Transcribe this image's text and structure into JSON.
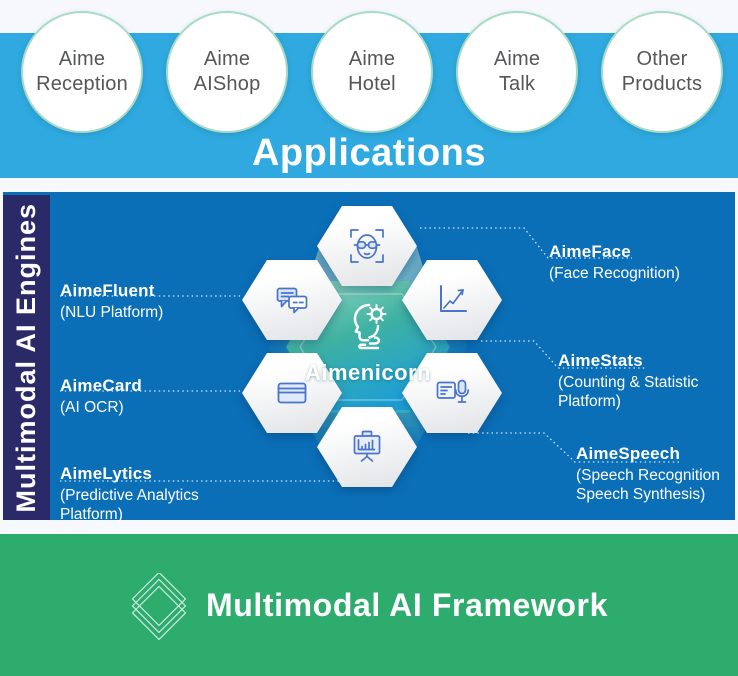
{
  "applications": {
    "title": "Applications",
    "circles": [
      {
        "label": "Aime\nReception"
      },
      {
        "label": "Aime\nAIShop"
      },
      {
        "label": "Aime\nHotel"
      },
      {
        "label": "Aime\nTalk"
      },
      {
        "label": "Other\nProducts"
      }
    ]
  },
  "engines": {
    "sidebar_label": "Multimodal AI Engines",
    "center_label": "Aimenicorn",
    "items": [
      {
        "name": "AimeFluent",
        "desc": "(NLU Platform)",
        "icon": "chat-bubbles-icon"
      },
      {
        "name": "AimeCard",
        "desc": "(AI OCR)",
        "icon": "credit-card-icon"
      },
      {
        "name": "AimeLytics",
        "desc": "(Predictive Analytics\nPlatform)",
        "icon": "presentation-chart-icon"
      },
      {
        "name": "AimeFace",
        "desc": "(Face Recognition)",
        "icon": "face-recognition-icon"
      },
      {
        "name": "AimeStats",
        "desc": "(Counting & Statistic\nPlatform)",
        "icon": "growth-chart-icon"
      },
      {
        "name": "AimeSpeech",
        "desc": "(Speech Recognition\nSpeech Synthesis)",
        "icon": "speech-mic-icon"
      }
    ]
  },
  "framework": {
    "title": "Multimodal AI Framework",
    "icon": "layered-diamond-icon"
  },
  "colors": {
    "light_blue": "#2fa9df",
    "main_blue": "#0b6fb8",
    "navy": "#2b2a68",
    "green": "#2eac6e",
    "teal": "#3fb2a2",
    "icon_blue": "#4a74c9"
  }
}
